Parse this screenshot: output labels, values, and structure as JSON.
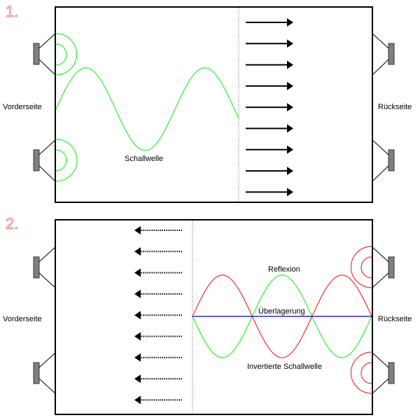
{
  "panels": [
    {
      "number": "1.",
      "left_label": "Vorderseite",
      "right_label": "Rückseite",
      "wave_label": "Schallwelle",
      "wave_color": "#33ee33",
      "wave_emitter_side": "left",
      "arrow_direction": "right",
      "arrow_style": "solid",
      "arrow_count": 9
    },
    {
      "number": "2.",
      "left_label": "Vorderseite",
      "right_label": "Rückseite",
      "reflection_label": "Reflexion",
      "superposition_label": "Überlagerung",
      "inverted_label": "Invertierte Schallwelle",
      "reflection_color": "#ee3333",
      "inverted_color": "#33ee33",
      "superposition_color": "#0000cc",
      "wave_emitter_side": "right",
      "arrow_direction": "left",
      "arrow_style": "dotted",
      "arrow_count": 9
    }
  ],
  "colors": {
    "speaker_fill": "#808080",
    "frame": "#000000",
    "number_outline": "#f08080"
  }
}
